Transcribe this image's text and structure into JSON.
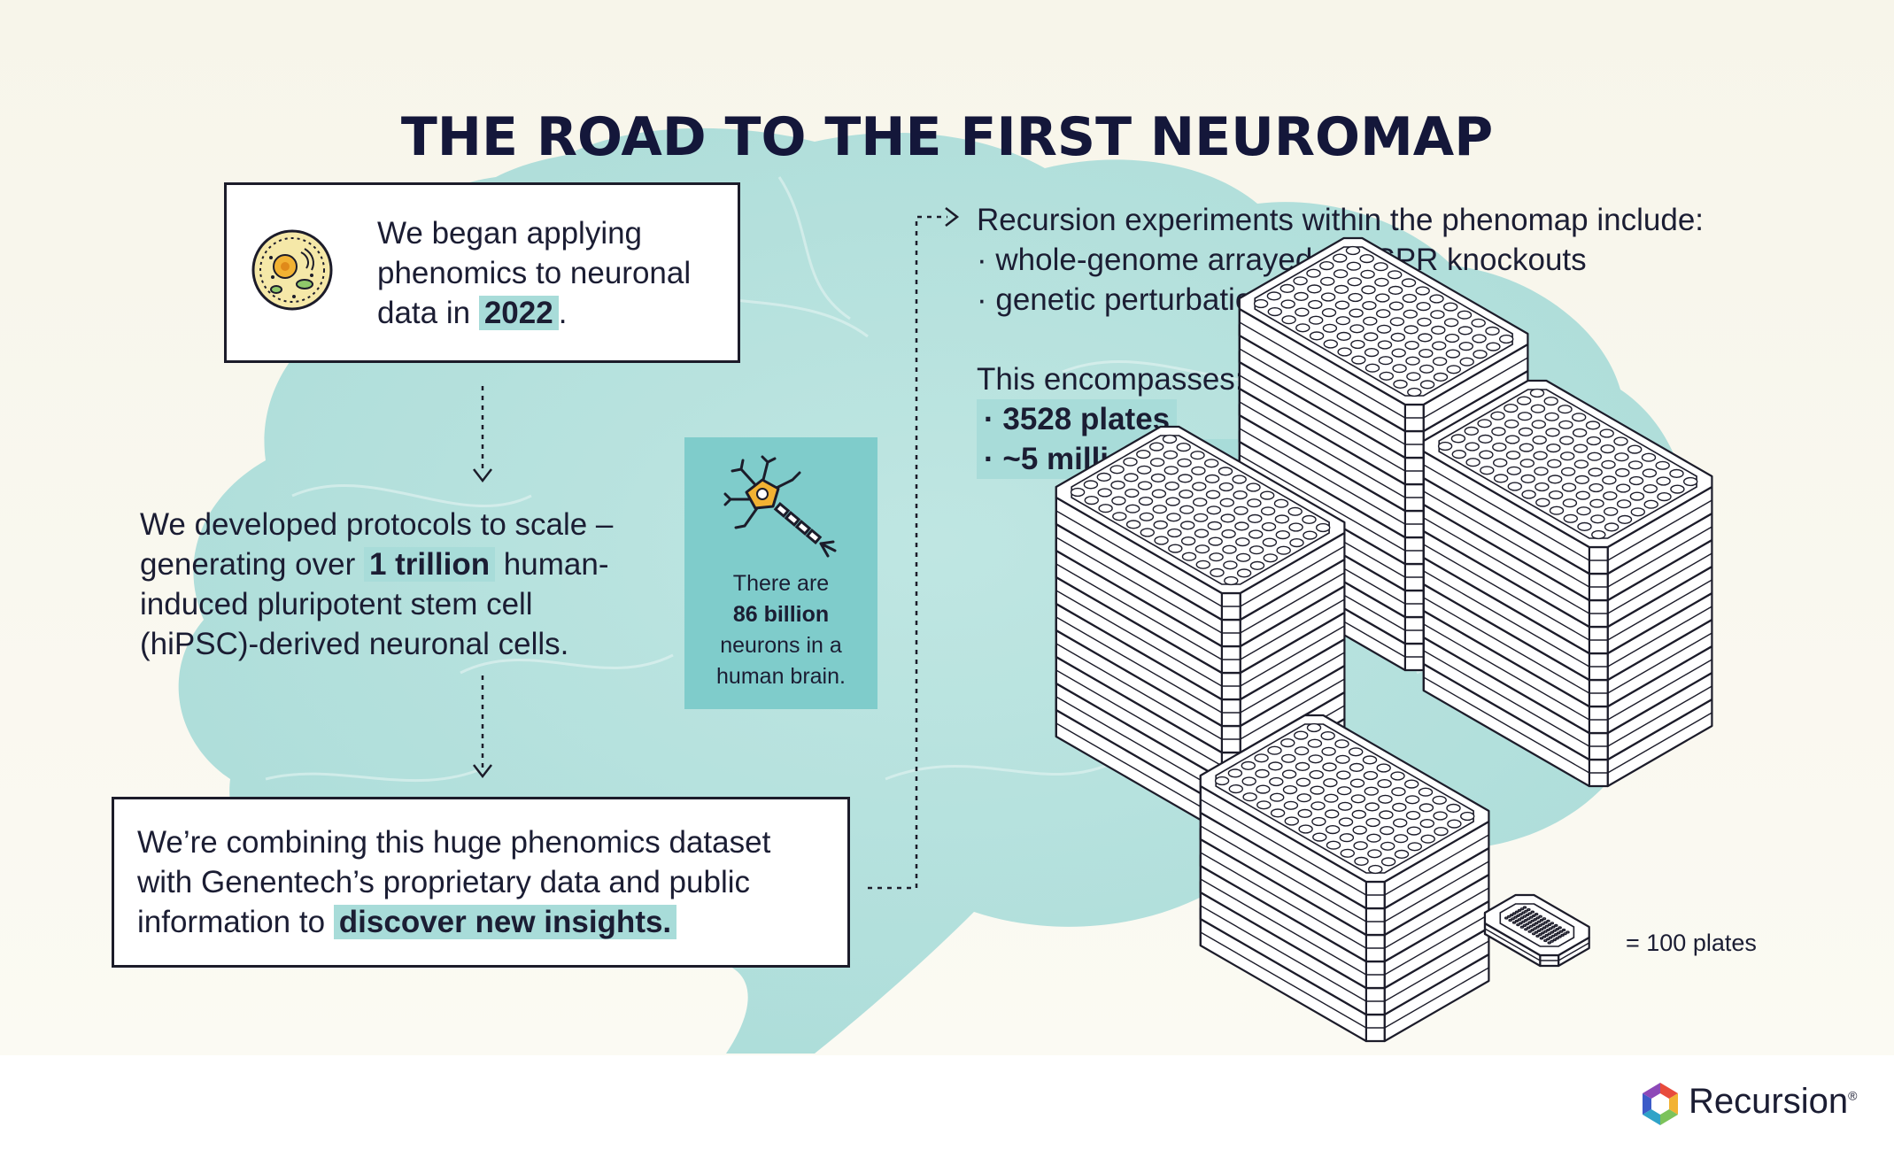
{
  "header": {
    "title": "THE ROAD TO THE FIRST NEUROMAP"
  },
  "step1": {
    "line1": "We began applying",
    "line2": "phenomics to neuronal",
    "line3_prefix": "data in ",
    "year": "2022",
    "line3_suffix": ".",
    "icon": "cell-icon"
  },
  "step2": {
    "line1": "We developed protocols to scale –",
    "line2_prefix": "generating over ",
    "highlight": "1 trillion",
    "line2_suffix": " human-",
    "line3": "induced pluripotent stem cell",
    "line4": "(hiPSC)-derived neuronal cells."
  },
  "neuron_fact": {
    "line1": "There are",
    "highlight": "86 billion",
    "line3": "neurons in a",
    "line4": "human brain.",
    "icon": "neuron-icon"
  },
  "step3": {
    "line1": "We’re combining this huge phenomics dataset",
    "line2": "with Genentech’s proprietary data and public",
    "line3_prefix": "information to ",
    "highlight": "discover new insights."
  },
  "experiments": {
    "heading": "Recursion experiments within the phenomap include:",
    "items": [
      "· whole-genome arrayed CRISPR knockouts",
      "· genetic perturbation techniques"
    ],
    "encompasses": "This encompasses:",
    "stats": [
      "· 3528 plates",
      "· ~5 million wells"
    ]
  },
  "legend": {
    "label": "= 100 plates",
    "icon": "plate-icon"
  },
  "brand": {
    "name": "Recursion",
    "mark": "®",
    "icon": "recursion-logo-icon"
  },
  "colors": {
    "accent": "#a8dcd9",
    "brain": "#a6dcd9",
    "neuron_box": "#7fcccb",
    "ink": "#14173a"
  }
}
